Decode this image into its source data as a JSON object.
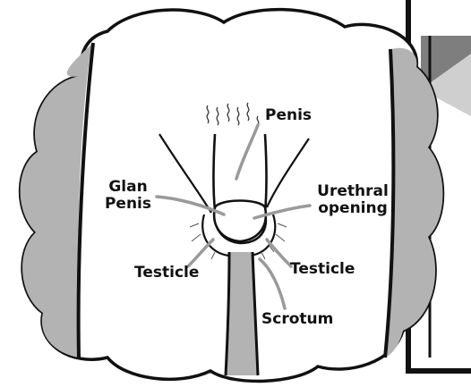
{
  "labels": {
    "penis": "Penis",
    "glan_penis_line1": "Glan",
    "glan_penis_line2": "Penis",
    "urethral_opening_line1": "Urethral",
    "urethral_opening_line2": "opening",
    "testicle_left": "Testicle",
    "testicle_right": "Testicle",
    "scrotum": "Scrotum"
  },
  "colors": {
    "outline": "#111111",
    "shade": "#b3b3b3",
    "leader": "#9a9a9a",
    "panel_fill": "#7e7e7e"
  }
}
